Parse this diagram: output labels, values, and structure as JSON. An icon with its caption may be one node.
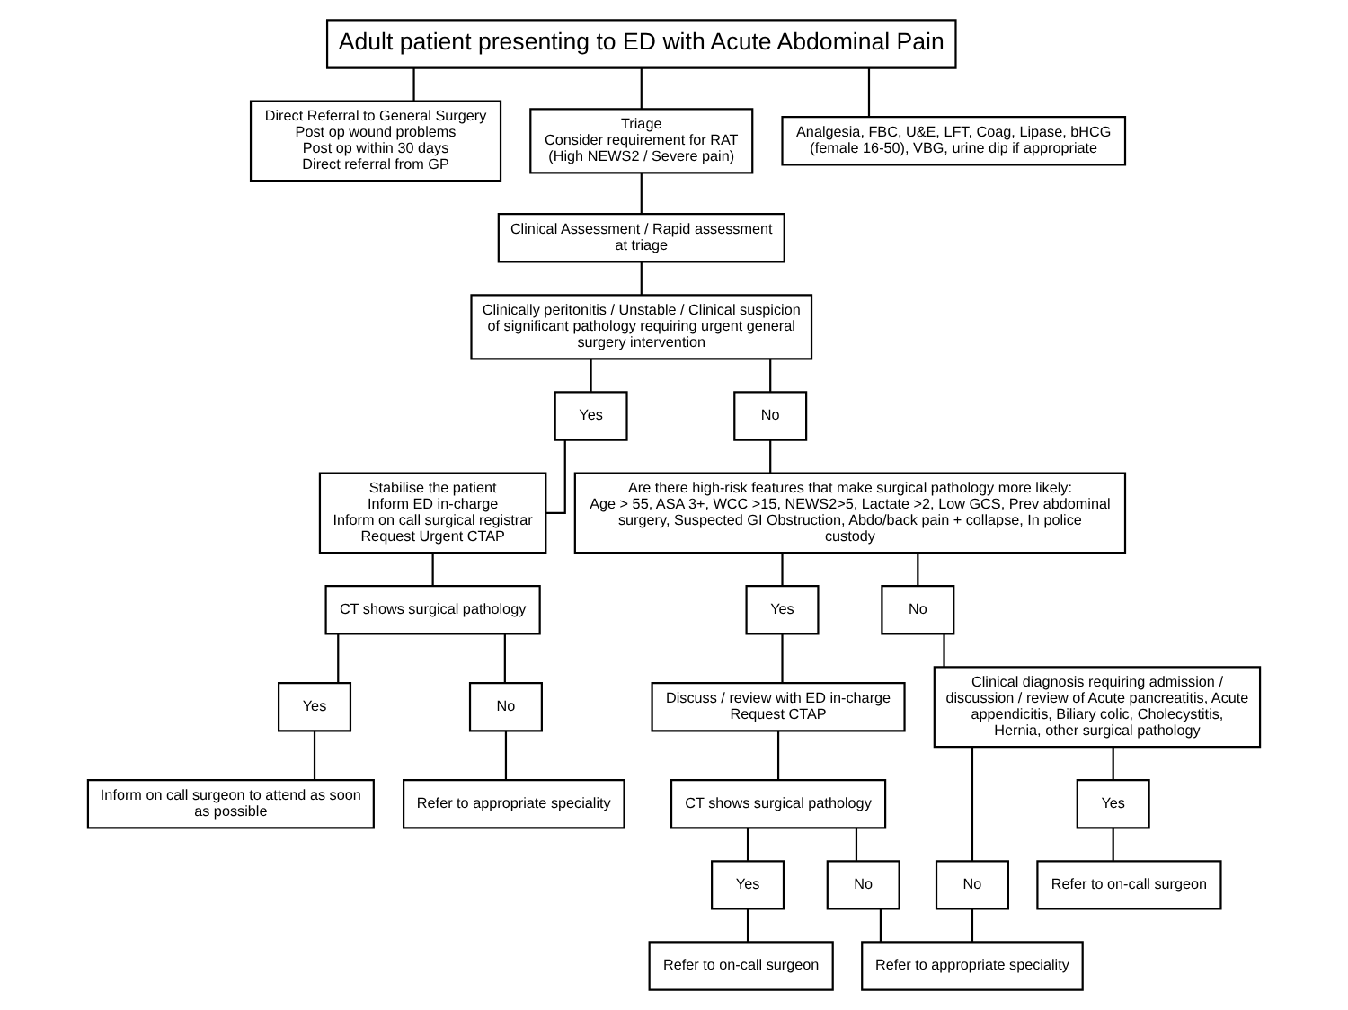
{
  "diagram": {
    "nodes": [
      {
        "text": [
          "Adult patient presenting to ED with Acute Abdominal Pain"
        ]
      },
      {
        "text": [
          "Direct Referral to General Surgery",
          "Post op wound problems",
          "Post op within 30 days",
          "Direct referral from GP"
        ]
      },
      {
        "text": [
          "Triage",
          "Consider requirement for RAT",
          "(High NEWS2 / Severe pain)"
        ]
      },
      {
        "text": [
          "Analgesia, FBC, U&E, LFT, Coag, Lipase, bHCG (female 16-50), VBG, urine dip if appropriate"
        ]
      },
      {
        "text": [
          "Clinical Assessment / Rapid assessment at triage"
        ]
      },
      {
        "text": [
          "Clinically peritonitis / Unstable / Clinical suspicion of significant pathology requiring urgent general surgery intervention"
        ]
      },
      {
        "text": [
          "Yes"
        ]
      },
      {
        "text": [
          "No"
        ]
      },
      {
        "text": [
          "Stabilise the patient",
          "Inform ED in-charge",
          "Inform on call surgical registrar",
          "Request Urgent CTAP"
        ]
      },
      {
        "text": [
          "CT shows surgical pathology"
        ]
      },
      {
        "text": [
          "Yes"
        ]
      },
      {
        "text": [
          "No"
        ]
      },
      {
        "text": [
          "Inform on call surgeon to attend as soon as possible"
        ]
      },
      {
        "text": [
          "Refer to appropriate speciality"
        ]
      },
      {
        "text": [
          "Are there high-risk features that make surgical pathology more likely:",
          "Age > 55, ASA 3+, WCC >15, NEWS2>5, Lactate >2, Low GCS, Prev abdominal surgery, Suspected GI Obstruction, Abdo/back pain + collapse, In police custody"
        ]
      },
      {
        "text": [
          "Yes"
        ]
      },
      {
        "text": [
          "No"
        ]
      },
      {
        "text": [
          "Discuss / review with ED in-charge",
          "Request CTAP"
        ]
      },
      {
        "text": [
          "Clinical diagnosis requiring admission / discussion / review of Acute pancreatitis, Acute appendicitis, Biliary colic, Cholecystitis, Hernia, other surgical pathology"
        ]
      },
      {
        "text": [
          "CT shows surgical pathology"
        ]
      },
      {
        "text": [
          "No"
        ]
      },
      {
        "text": [
          "Yes"
        ]
      },
      {
        "text": [
          "Refer to on-call surgeon"
        ]
      },
      {
        "text": [
          "Yes"
        ]
      },
      {
        "text": [
          "No"
        ]
      },
      {
        "text": [
          "Refer to on-call surgeon"
        ]
      },
      {
        "text": [
          "Refer to appropriate speciality"
        ]
      }
    ],
    "edges": [
      {
        "from": 0,
        "to": 1,
        "arrow": "none"
      },
      {
        "from": 0,
        "to": 2,
        "arrow": "none"
      },
      {
        "from": 0,
        "to": 3,
        "arrow": "none"
      },
      {
        "from": 2,
        "to": 4,
        "arrow": "none"
      },
      {
        "from": 4,
        "to": 5,
        "arrow": "none"
      },
      {
        "from": 5,
        "to": 6,
        "arrow": "none"
      },
      {
        "from": 5,
        "to": 7,
        "arrow": "none"
      },
      {
        "from": 6,
        "to": 8,
        "arrow": "none"
      },
      {
        "from": 8,
        "to": 9,
        "arrow": "none"
      },
      {
        "from": 9,
        "to": 10,
        "arrow": "none"
      },
      {
        "from": 9,
        "to": 11,
        "arrow": "none"
      },
      {
        "from": 10,
        "to": 12,
        "arrow": "none"
      },
      {
        "from": 11,
        "to": 13,
        "arrow": "none"
      },
      {
        "from": 7,
        "to": 14,
        "arrow": "none"
      },
      {
        "from": 14,
        "to": 15,
        "arrow": "none"
      },
      {
        "from": 14,
        "to": 16,
        "arrow": "none"
      },
      {
        "from": 15,
        "to": 17,
        "arrow": "none"
      },
      {
        "from": 16,
        "to": 18,
        "arrow": "none"
      },
      {
        "from": 17,
        "to": 19,
        "arrow": "none"
      },
      {
        "from": 18,
        "to": 20,
        "arrow": "none"
      },
      {
        "from": 18,
        "to": 21,
        "arrow": "none"
      },
      {
        "from": 21,
        "to": 22,
        "arrow": "none"
      },
      {
        "from": 19,
        "to": 23,
        "arrow": "none"
      },
      {
        "from": 19,
        "to": 24,
        "arrow": "none"
      },
      {
        "from": 23,
        "to": 25,
        "arrow": "none"
      },
      {
        "from": 24,
        "to": 26,
        "arrow": "none"
      },
      {
        "from": 20,
        "to": 26,
        "arrow": "none"
      }
    ]
  }
}
